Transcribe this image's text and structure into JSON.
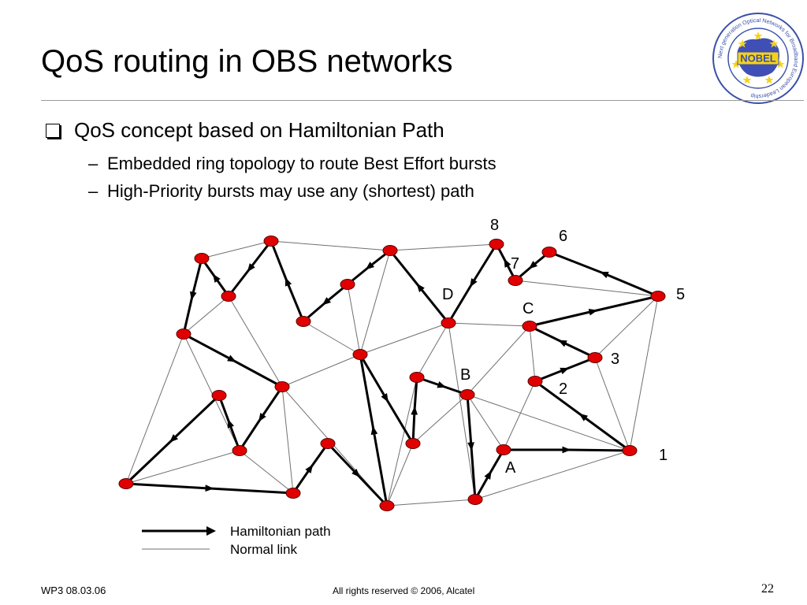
{
  "slide": {
    "title": "QoS routing in OBS networks",
    "bullet": "QoS concept based on Hamiltonian Path",
    "sub_bullets": [
      "Embedded ring topology to route Best Effort bursts",
      "High-Priority bursts may use any (shortest) path"
    ]
  },
  "logo": {
    "icon": "nobel-project-seal-icon",
    "center_text": "NOBEL",
    "ring_text": "Next generation Optical Networks for Broadband European Leadership"
  },
  "diagram": {
    "node_color": "#e00000",
    "node_labels": [
      "8",
      "6",
      "7",
      "5",
      "D",
      "C",
      "3",
      "B",
      "2",
      "1",
      "A"
    ],
    "legend": {
      "hamiltonian": "Hamiltonian path",
      "normal": "Normal link"
    }
  },
  "footer": {
    "left": "WP3 08.03.06",
    "center": "All rights reserved © 2006, Alcatel",
    "page": "22"
  }
}
